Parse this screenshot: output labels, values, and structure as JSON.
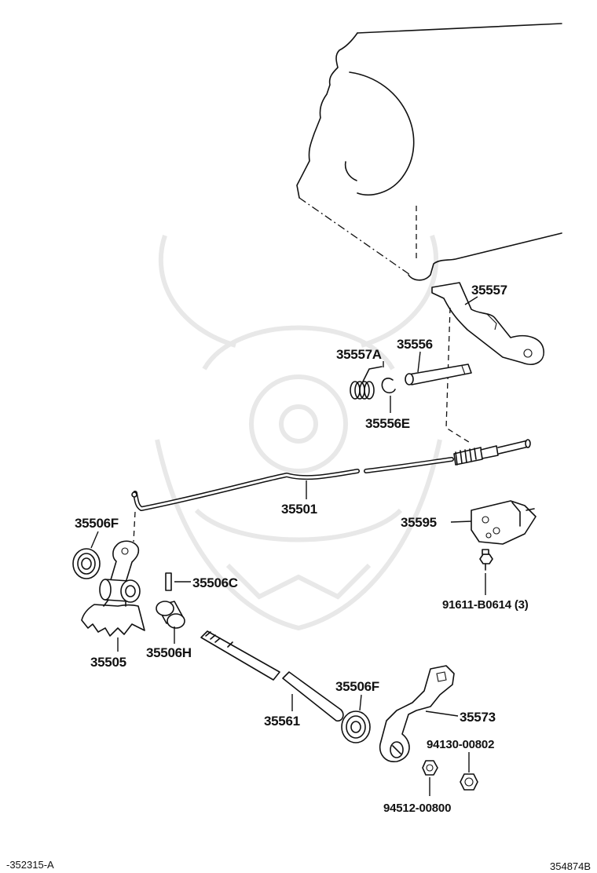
{
  "callouts": [
    "35557",
    "35557A",
    "35556",
    "35556E",
    "35501",
    "35595",
    "35506F",
    "35506C",
    "91611-B0614 (3)",
    "35505",
    "35506H",
    "35506F",
    "35573",
    "94130-00802",
    "35561",
    "94512-00800"
  ],
  "footer": {
    "left_code": "-352315-A",
    "right_code": "354874B"
  }
}
